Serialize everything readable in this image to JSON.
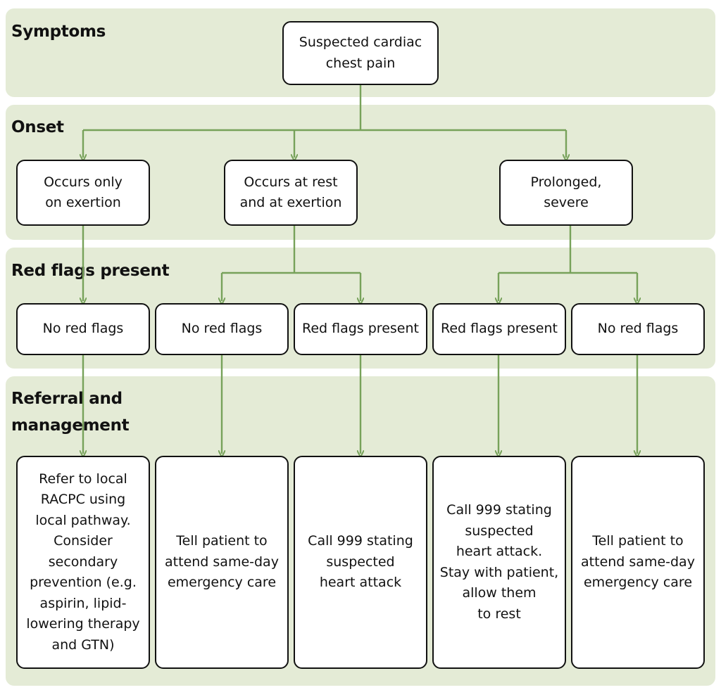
{
  "colors": {
    "band_fill": "#e4ebd6",
    "connector": "#77a25a",
    "node_border": "#111111",
    "node_fill": "#ffffff"
  },
  "bands": {
    "symptoms": "Symptoms",
    "onset": "Onset",
    "red_flags": "Red flags present",
    "referral": "Referral and\nmanagement"
  },
  "nodes": {
    "root": "Suspected cardiac\nchest pain",
    "onset_exertion": "Occurs only\non exertion",
    "onset_rest": "Occurs at rest\nand at exertion",
    "onset_prolonged": "Prolonged,\nsevere",
    "flag_1": "No red flags",
    "flag_2": "No red flags",
    "flag_3": "Red flags present",
    "flag_4": "Red flags present",
    "flag_5": "No red flags",
    "mgmt_1": "Refer to local\nRACPC using\nlocal pathway.\nConsider\nsecondary\nprevention (e.g.\naspirin, lipid-\nlowering therapy\nand GTN)",
    "mgmt_2": "Tell patient to\nattend same-day\nemergency care",
    "mgmt_3": "Call 999 stating\nsuspected\nheart attack",
    "mgmt_4": "Call 999 stating\nsuspected\nheart attack.\nStay with patient,\nallow them\nto rest",
    "mgmt_5": "Tell patient to\nattend same-day\nemergency care"
  }
}
